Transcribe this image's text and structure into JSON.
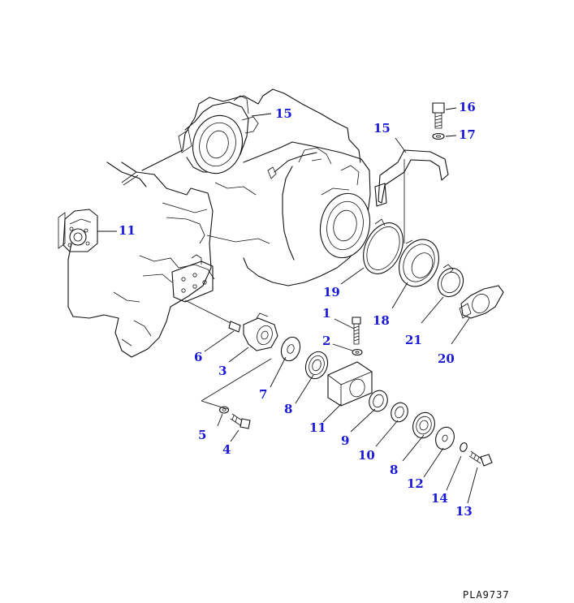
{
  "drawing_code": "PLA9737",
  "callouts": {
    "c15_top": "15",
    "c16": "16",
    "c15_bracket": "15",
    "c17": "17",
    "c11_left": "11",
    "c19": "19",
    "c18": "18",
    "c1": "1",
    "c2": "2",
    "c21": "21",
    "c20": "20",
    "c6": "6",
    "c3": "3",
    "c7": "7",
    "c8_a": "8",
    "c11_block": "11",
    "c9": "9",
    "c5": "5",
    "c4": "4",
    "c10": "10",
    "c8_b": "8",
    "c12": "12",
    "c14": "14",
    "c13": "13"
  },
  "colors": {
    "callout": "#1a1ad6",
    "line": "#111111",
    "background": "#ffffff"
  }
}
